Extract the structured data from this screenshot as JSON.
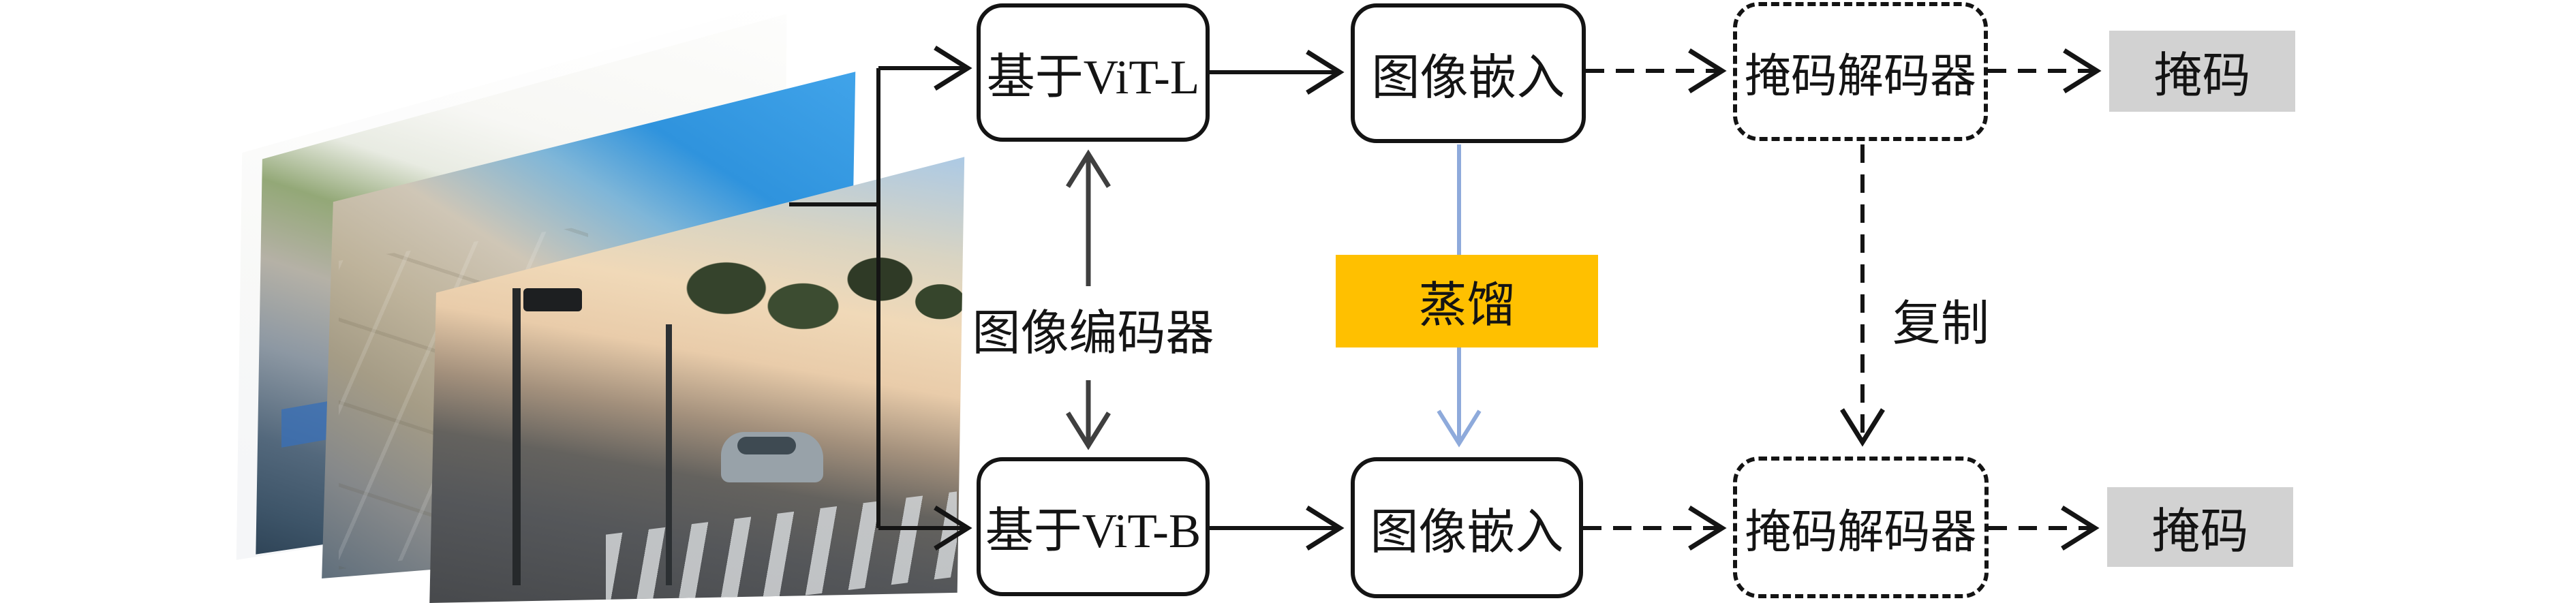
{
  "diagram": {
    "nodes": {
      "encoder_teacher": {
        "label": "基于ViT-L"
      },
      "embedding_teacher": {
        "label": "图像嵌入"
      },
      "decoder_teacher": {
        "label": "掩码解码器"
      },
      "mask_teacher": {
        "label": "掩码"
      },
      "encoder_student": {
        "label": "基于ViT-B"
      },
      "embedding_student": {
        "label": "图像嵌入"
      },
      "decoder_student": {
        "label": "掩码解码器"
      },
      "mask_student": {
        "label": "掩码"
      }
    },
    "labels": {
      "image_encoder": "图像编码器",
      "distillation": "蒸馏",
      "copy": "复制"
    },
    "colors": {
      "distill_fill": "#FFC000",
      "mask_fill": "#D2D2D2",
      "distill_arrow": "#8EAADB",
      "line": "#141414",
      "double_arrow": "#3F3F3F"
    },
    "icons": {
      "input": "street-photo-stack"
    }
  }
}
